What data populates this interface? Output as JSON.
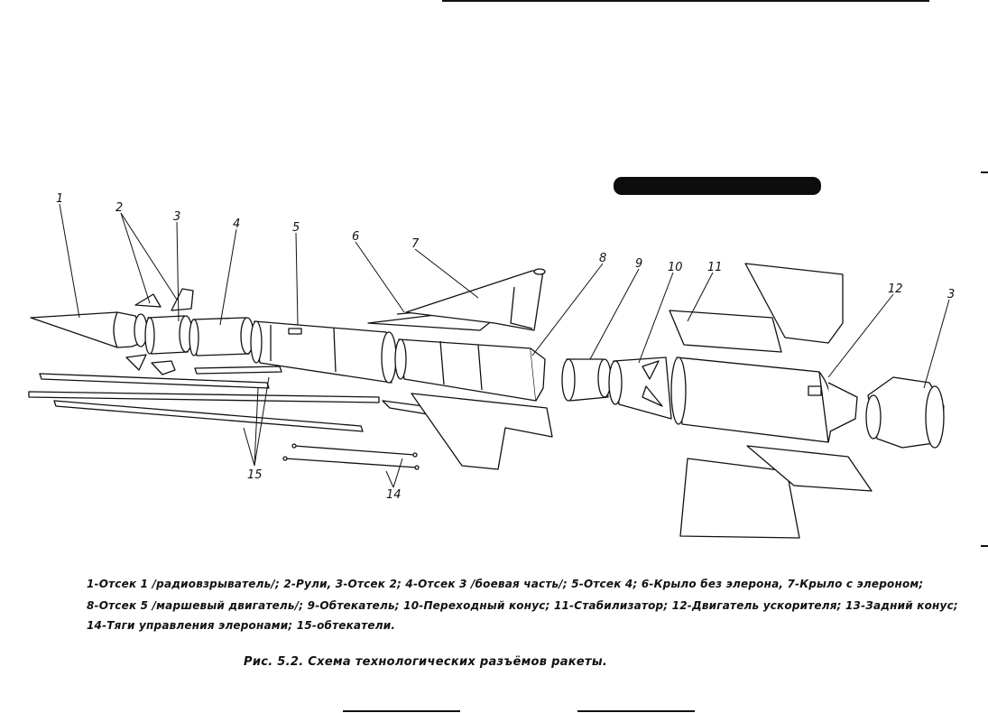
{
  "callouts": [
    {
      "id": "1",
      "text": "1"
    },
    {
      "id": "2",
      "text": "2"
    },
    {
      "id": "3a",
      "text": "3"
    },
    {
      "id": "4",
      "text": "4"
    },
    {
      "id": "5",
      "text": "5"
    },
    {
      "id": "6",
      "text": "6"
    },
    {
      "id": "7",
      "text": "7"
    },
    {
      "id": "8",
      "text": "8"
    },
    {
      "id": "9",
      "text": "9"
    },
    {
      "id": "10",
      "text": "10"
    },
    {
      "id": "11",
      "text": "11"
    },
    {
      "id": "12",
      "text": "12"
    },
    {
      "id": "3b",
      "text": "3"
    },
    {
      "id": "14",
      "text": "14"
    },
    {
      "id": "15",
      "text": "15"
    }
  ],
  "legend": {
    "line1": "1-Отсек 1 /радиовзрыватель/; 2-Рули, 3-Отсек 2; 4-Отсек 3 /боевая часть/; 5-Отсек 4; 6-Крыло без элерона, 7-Крыло с элероном;",
    "line2": "8-Отсек 5 /маршевый двигатель/; 9-Обтекатель; 10-Переходный конус; 11-Стабилизатор; 12-Двигатель ускорителя; 13-Задний конус;",
    "line3": "14-Тяги управления элеронами; 15-обтекатели."
  },
  "caption": "Рис. 5.2. Схема технологических разъёмов ракеты."
}
